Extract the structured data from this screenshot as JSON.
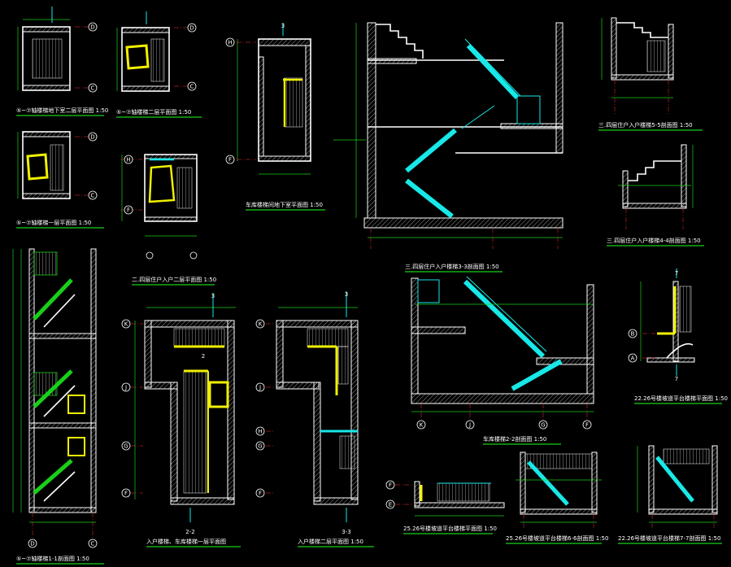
{
  "sheet": {
    "background": "#000000",
    "line_colors": {
      "wall": "#ffffff",
      "dimension": "#18d018",
      "rail": "#18e8e8",
      "highlight": "#f0f000",
      "axis": "#ff3030"
    },
    "captions": [
      "⑤~⑦轴楼梯地下室二层平面图 1:50",
      "⑤~⑦轴楼梯二层平面图 1:50",
      "⑤~⑦轴楼梯一层平面图 1:50",
      "二.四层住户入户二层平面图 1:50",
      "车库楼梯间地下室平面图 1:50",
      "三.四层住户入户楼梯3-3剖面图 1:50",
      "三.四层住户入户楼梯5-5剖面图 1:50",
      "三.四层住户入户楼梯4-4剖面图 1:50",
      "⑤~⑦轴楼梯1-1剖面图 1:50",
      "入户楼梯、车库楼梯一层平面图",
      "入户楼梯二层平面图 1:50",
      "车库楼梯2-2剖面图 1:50",
      "22.26号楼坡道平台楼梯平面图 1:50",
      "25.26号楼坡道平台楼梯平面图 1:50",
      "25.26号楼坡道平台楼梯6-6剖面图 1:50",
      "22.26号楼坡道平台楼梯7-7剖面图 1:50"
    ],
    "axis_labels": [
      "D",
      "C",
      "H",
      "F",
      "K",
      "J",
      "G",
      "B",
      "A",
      "E"
    ],
    "section_marks": [
      "3",
      "2",
      "7",
      "2-2",
      "3-3"
    ]
  }
}
